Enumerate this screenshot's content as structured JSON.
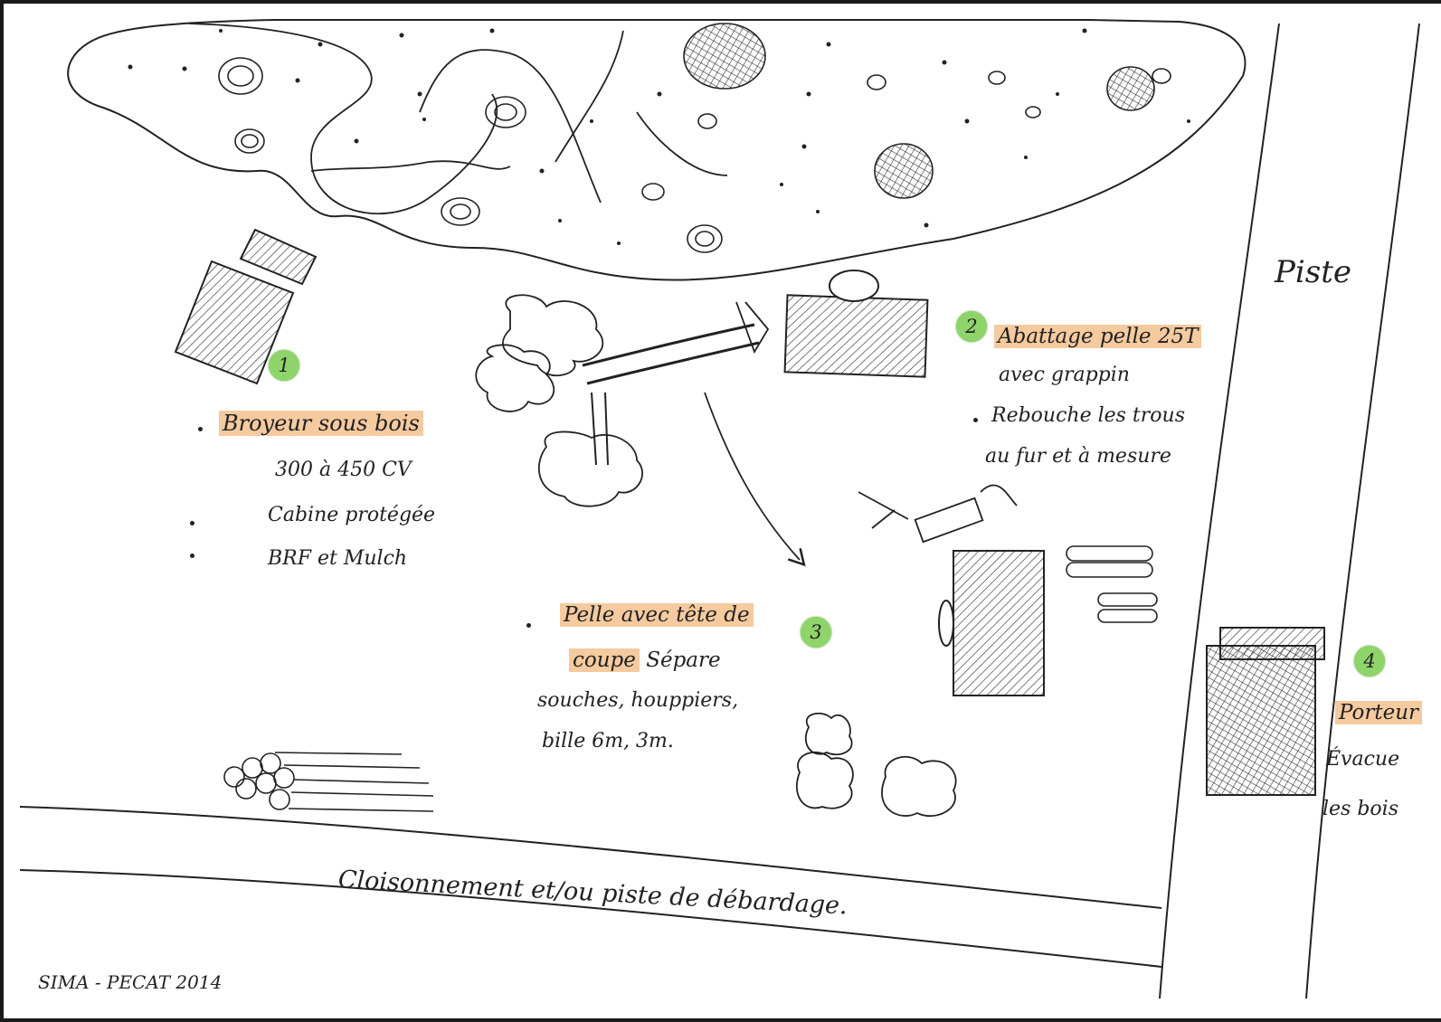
{
  "colors": {
    "ink": "#222222",
    "highlight_orange": "#f2b87e",
    "highlight_green": "#8fd46a"
  },
  "steps": {
    "step1": {
      "number": "1",
      "title": "Broyeur sous bois",
      "items": [
        "300 à 450 CV",
        "Cabine protégée",
        "BRF et Mulch"
      ]
    },
    "step2": {
      "number": "2",
      "title": "Abattage pelle 25T",
      "subtitle": "avec grappin",
      "item_line1": "Rebouche les trous",
      "item_line2": "au fur et à mesure"
    },
    "step3": {
      "number": "3",
      "title_line1": "Pelle avec tête de",
      "title_line2": "coupe",
      "text_line2_rest": "Sépare",
      "text_line3": "souches, houppiers,",
      "text_line4": "bille 6m, 3m."
    },
    "step4": {
      "number": "4",
      "title": "Porteur",
      "text_line1": "Évacue",
      "text_line2": "les bois"
    }
  },
  "labels": {
    "piste": "Piste",
    "cloisonnement": "Cloisonnement et/ou piste de débardage.",
    "signature": "SIMA - PECAT 2014"
  }
}
